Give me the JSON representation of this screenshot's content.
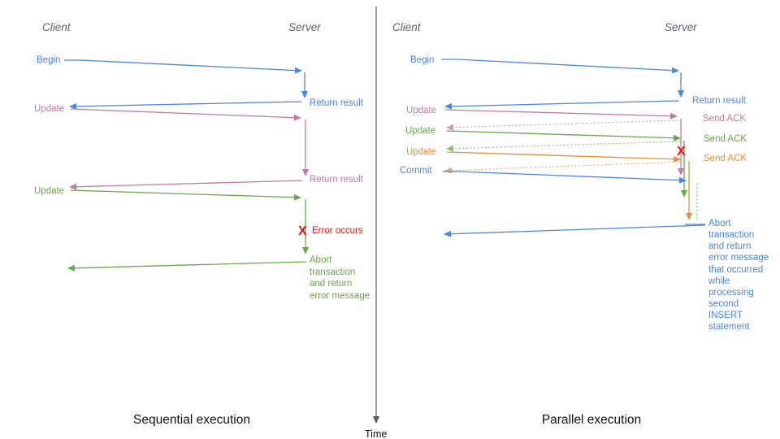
{
  "meta": {
    "description": "Sequence diagram comparing sequential vs parallel execution of client-server transaction messages"
  },
  "colors": {
    "blue": "#4a86e8",
    "pink": "#c27ba0",
    "green": "#6aa84f",
    "orange": "#e69138",
    "red": "#ee1111",
    "axis_gray": "#595959"
  },
  "time_axis": {
    "label": "Time"
  },
  "left": {
    "title": "Sequential execution",
    "client_label": "Client",
    "server_label": "Server",
    "messages": {
      "begin": "Begin",
      "return_result_1": "Return result",
      "update_1": "Update",
      "return_result_2": "Return result",
      "update_2": "Update",
      "error_mark": "X",
      "error_label": "Error occurs",
      "abort_lines": [
        "Abort",
        "transaction",
        "and return",
        "error message"
      ]
    }
  },
  "right": {
    "title": "Parallel execution",
    "client_label": "Client",
    "server_label": "Server",
    "messages": {
      "begin": "Begin",
      "return_result": "Return result",
      "update_1": "Update",
      "send_ack_1": "Send ACK",
      "update_2": "Update",
      "send_ack_2": "Send ACK",
      "update_3": "Update",
      "send_ack_3": "Send ACK",
      "commit": "Commit",
      "error_mark": "X",
      "abort_lines": [
        "Abort",
        "transaction",
        "and return",
        "error message",
        "that occurred",
        "while",
        "processing",
        "second",
        "INSERT",
        "statement"
      ]
    }
  }
}
